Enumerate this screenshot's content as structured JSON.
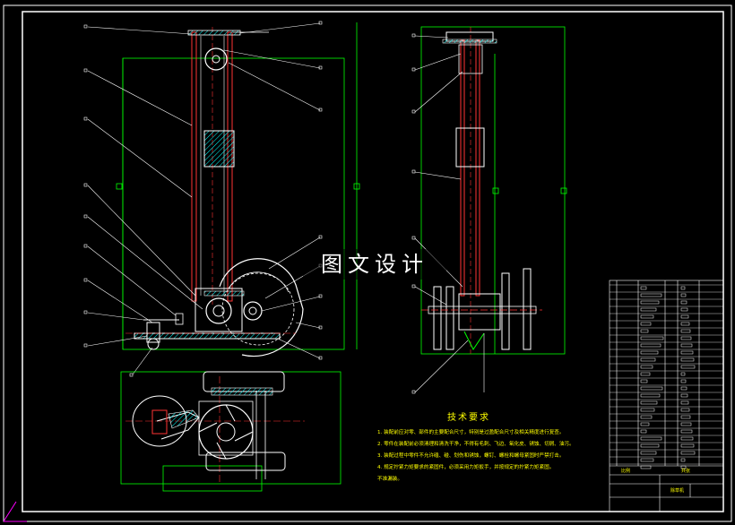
{
  "watermark": "图文设计",
  "technical_requirements": {
    "title": "技术要求",
    "notes": [
      "1. 装配前应对零、部件的主要配合尺寸，特别是过盈配合尺寸及相关精度进行复查。",
      "2. 零件在装配前必须清理和清洗干净，不得有毛刺、飞边、氧化皮、锈蚀、切屑、油污。",
      "3. 装配过程中零件不允许磕、碰、划伤和锈蚀，螺钉、螺栓和螺母紧固时严禁打击。",
      "4. 规定拧紧力矩要求的紧固件，必须采用力矩扳手，并按规定的拧紧力矩紧固。",
      "不准漏装。"
    ]
  },
  "title_block": {
    "scale_label": "比例",
    "sheet_label": "共张",
    "drawing_name": "除草机"
  },
  "colors": {
    "frame": "#ffffff",
    "outline": "#ffffff",
    "part_red": "#ff3333",
    "dimension": "#00ff00",
    "leader": "#ffffff",
    "text": "#ffff00",
    "hatch": "#00ffff",
    "center": "#ff0000"
  }
}
